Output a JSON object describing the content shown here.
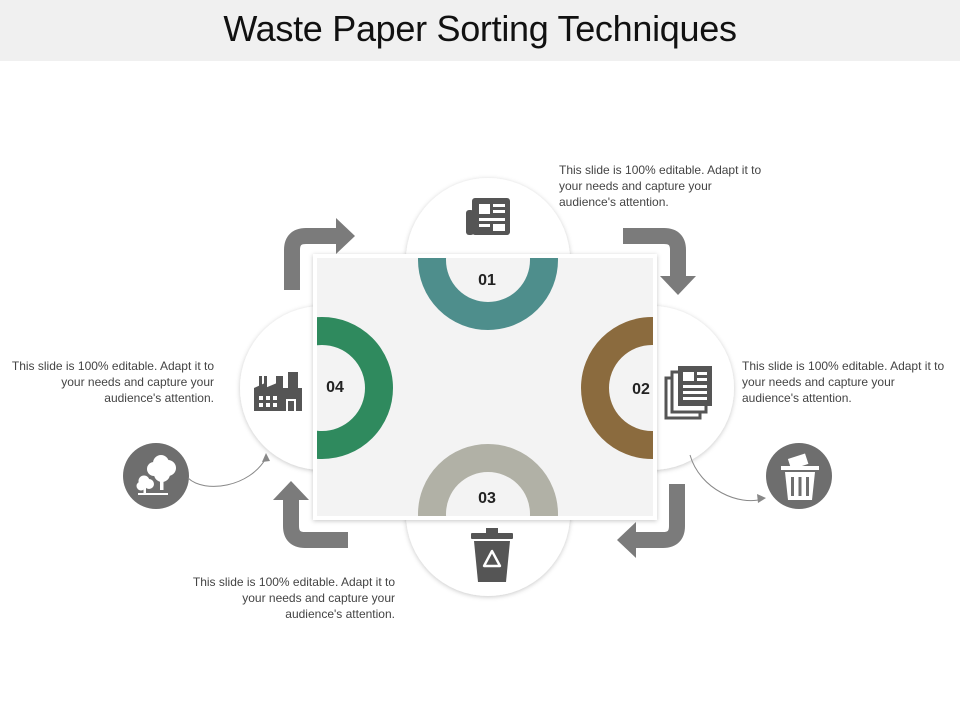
{
  "title": "Waste Paper Sorting Techniques",
  "steps": [
    {
      "number": "01",
      "description": "This slide is 100% editable. Adapt it to your needs and capture your audience's attention.",
      "color": "#4e8e8c",
      "icon": "newspaper-icon"
    },
    {
      "number": "02",
      "description": "This slide is 100% editable. Adapt it to your needs and capture your audience's attention.",
      "color": "#8b6b3e",
      "icon": "paper-stack-icon"
    },
    {
      "number": "03",
      "description": "This slide is 100% editable. Adapt it to your needs and capture your audience's attention.",
      "color": "#b1b1a6",
      "icon": "recycle-bin-icon"
    },
    {
      "number": "04",
      "description": "This slide is 100% editable. Adapt it to your needs and capture your audience's attention.",
      "color": "#2f8a5e",
      "icon": "factory-icon"
    }
  ],
  "side_icons": [
    "trees-icon",
    "paper-bin-icon"
  ],
  "colors": {
    "arrow": "#7b7b7b",
    "icon": "#555555",
    "panel": "#f3f3f3",
    "badge": "#6e6e6e"
  }
}
